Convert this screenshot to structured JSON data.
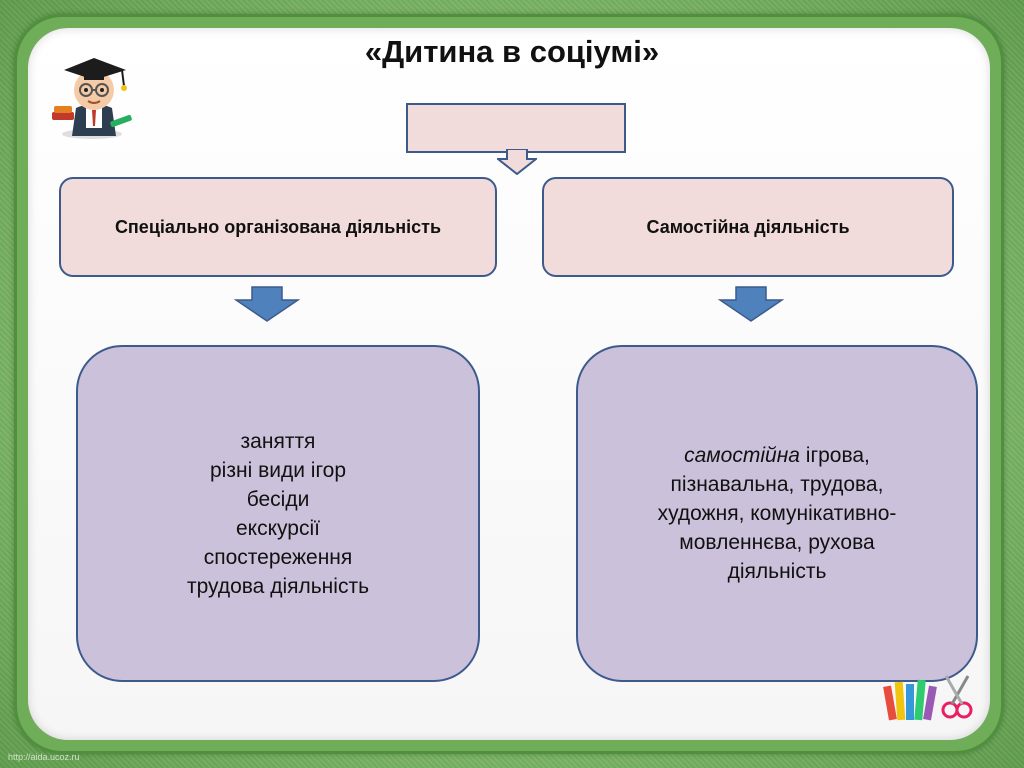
{
  "title": "«Дитина в соціумі»",
  "top_box_text": "",
  "categories": [
    {
      "label": "Спеціально організована діяльність"
    },
    {
      "label": "Самостійна діяльність"
    }
  ],
  "left_list": [
    "заняття",
    "різні види ігор",
    "бесіди",
    "екскурсії",
    "спостереження",
    "трудова діяльність"
  ],
  "right_text": {
    "italic": "самостійна",
    "rest_first": " ігрова,",
    "lines": [
      "пізнавальна,  трудова,",
      "художня, комунікативно-",
      "мовленнєва, рухова",
      "діяльність"
    ]
  },
  "footer_url": "http://aida.ucoz.ru",
  "colors": {
    "box_pink": "#f2dcdb",
    "box_lavender": "#ccc1da",
    "border_blue": "#3c5a8c",
    "arrow_blue": "#4f81bd",
    "frame_green": "#6fad58"
  },
  "icons": [
    "graduate-mascot-icon",
    "school-supplies-icon",
    "down-arrow-icon"
  ]
}
